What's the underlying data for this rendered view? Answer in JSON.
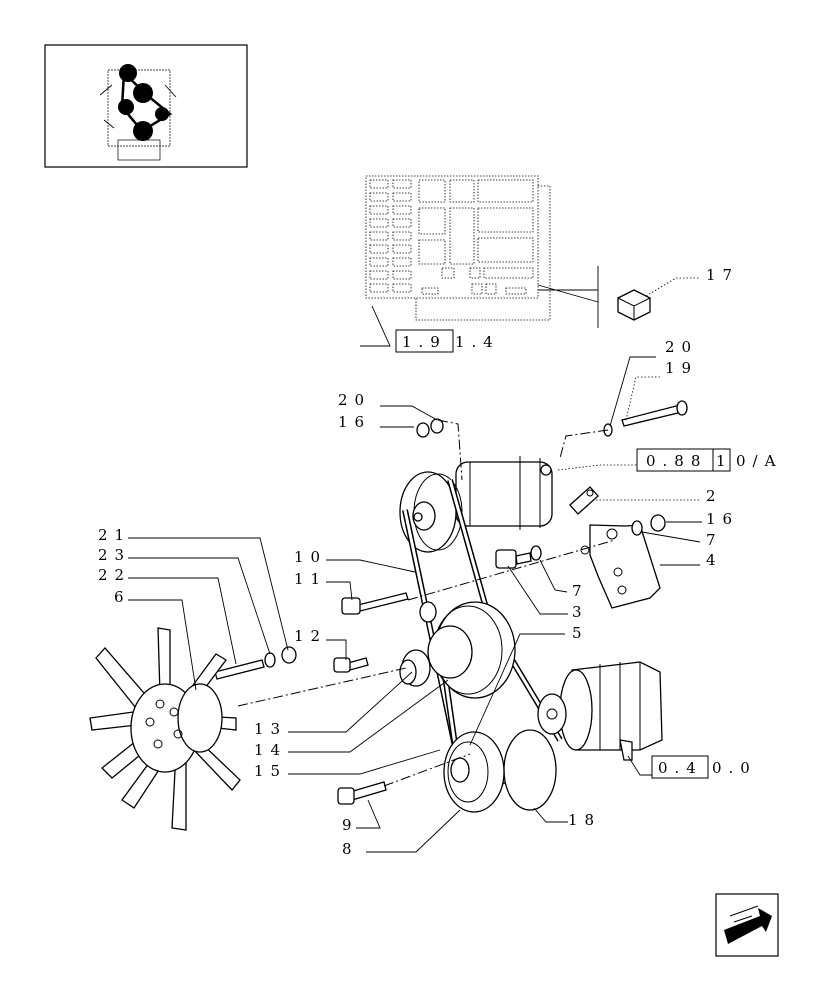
{
  "callouts": {
    "c17": "17",
    "c20a": "20",
    "c19": "19",
    "c20b": "20",
    "c16a": "16",
    "c2": "2",
    "c16b": "16",
    "c7a": "7",
    "c4": "4",
    "c10": "10",
    "c11": "11",
    "c7b": "7",
    "c3": "3",
    "c5": "5",
    "c21": "21",
    "c23": "23",
    "c22": "22",
    "c6": "6",
    "c12": "12",
    "c13": "13",
    "c14": "14",
    "c15": "15",
    "c9": "9",
    "c8": "8",
    "c18": "18"
  },
  "references": {
    "ref_sheet_boxed": "1.9",
    "ref_sheet_rest": "1.4",
    "ref_alt_boxed": "0.88",
    "ref_alt_box2": "1",
    "ref_alt_rest": "0/A",
    "ref_starter_boxed": "0.4",
    "ref_starter_rest": "0.0"
  },
  "icons": {
    "thumbnail": "engine-thumbnail-icon",
    "nav": "previous-page-arrow-icon"
  }
}
